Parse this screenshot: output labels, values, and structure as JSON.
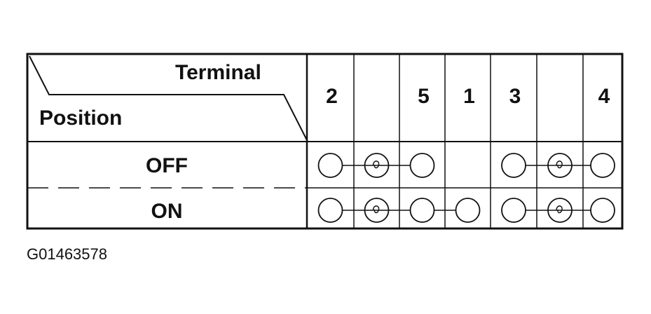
{
  "header": {
    "terminal_label": "Terminal",
    "position_label": "Position"
  },
  "terminals": [
    "2",
    "",
    "5",
    "1",
    "3",
    "",
    "4"
  ],
  "rows": [
    {
      "position": "OFF",
      "connections": [
        [
          "circle",
          "bulb",
          "circle",
          "empty",
          "circle",
          "bulb",
          "circle"
        ]
      ],
      "cells": [
        "circle",
        "bulb",
        "circle",
        "empty",
        "circle",
        "bulb",
        "circle"
      ],
      "links": [
        [
          0,
          1
        ],
        [
          1,
          2
        ],
        [
          4,
          5
        ],
        [
          5,
          6
        ]
      ]
    },
    {
      "position": "ON",
      "cells": [
        "circle",
        "bulb",
        "circle",
        "circle",
        "circle",
        "bulb",
        "circle"
      ],
      "links": [
        [
          0,
          1
        ],
        [
          1,
          2
        ],
        [
          2,
          3
        ],
        [
          4,
          5
        ],
        [
          5,
          6
        ]
      ]
    }
  ],
  "figure_code": "G01463578"
}
